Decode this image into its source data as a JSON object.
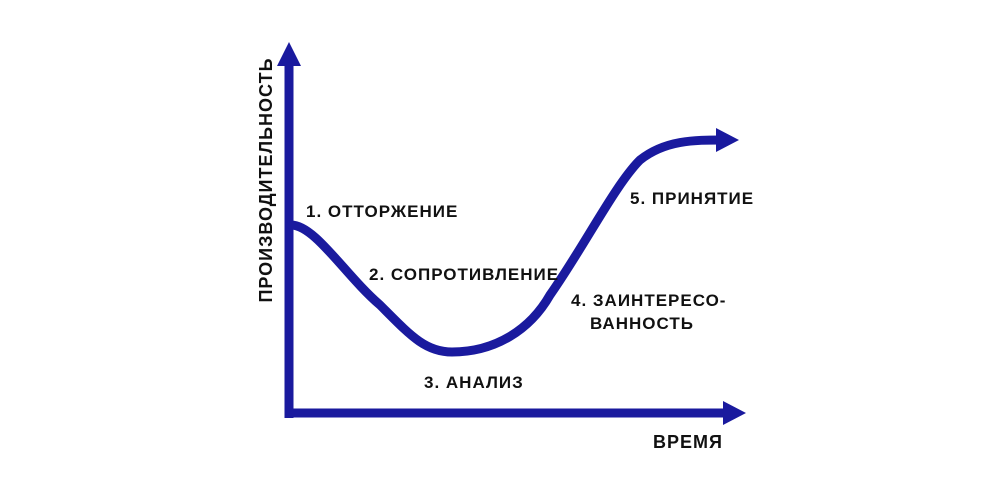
{
  "colors": {
    "line": "#1A1A9E",
    "text": "#111111",
    "background": "#FFFFFF"
  },
  "axes": {
    "y_label": "ПРОИЗВОДИТЕЛЬНОСТЬ",
    "x_label": "ВРЕМЯ"
  },
  "stages": [
    {
      "label": "1. ОТТОРЖЕНИЕ"
    },
    {
      "label": "2. СОПРОТИВЛЕНИЕ"
    },
    {
      "label": "3. АНАЛИЗ"
    },
    {
      "label_line1": "4. ЗАИНТЕРЕСО-",
      "label_line2": "ВАННОСТЬ"
    },
    {
      "label": "5. ПРИНЯТИЕ"
    }
  ]
}
